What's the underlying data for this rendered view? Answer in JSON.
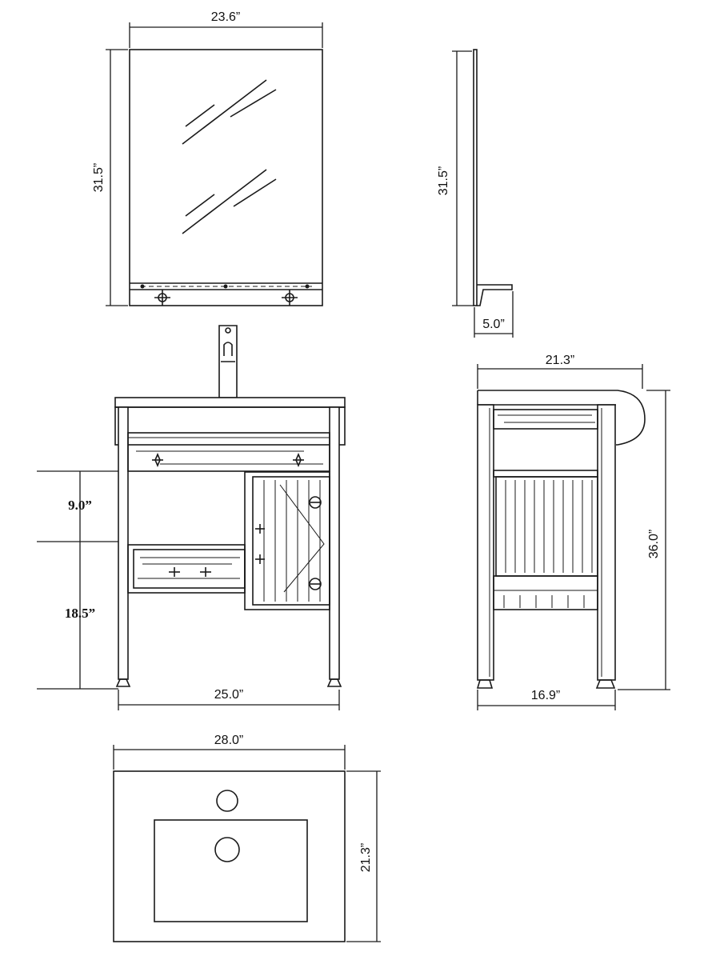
{
  "dimensions": {
    "mirror_width": "23.6”",
    "mirror_height_front": "31.5”",
    "mirror_height_side": "31.5”",
    "mirror_shelf_depth": "5.0”",
    "vanity_depth_top": "21.3”",
    "vanity_height": "36.0”",
    "drawer_clearance": "9.0”",
    "shelf_height": "18.5”",
    "vanity_width": "25.0”",
    "vanity_depth_base": "16.9”",
    "top_width": "28.0”",
    "top_depth": "21.3”"
  }
}
